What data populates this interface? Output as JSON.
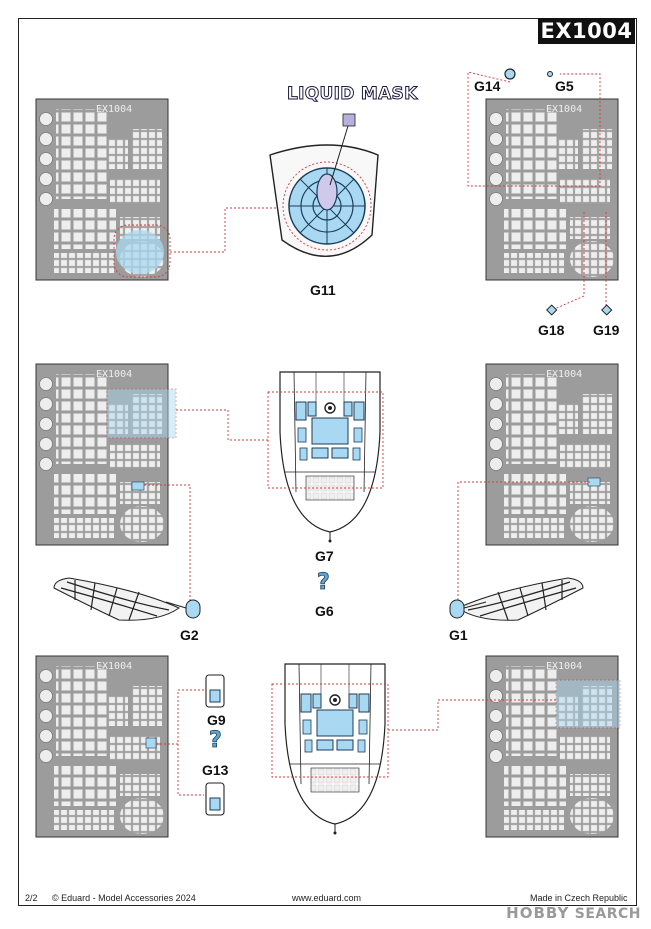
{
  "header": {
    "product_code": "EX1004"
  },
  "sheet": {
    "fret_text": "EX1004"
  },
  "labels": {
    "liquid_mask": "LIQUID MASK",
    "g14": "G14",
    "g5": "G5",
    "g11": "G11",
    "g18": "G18",
    "g19": "G19",
    "g7": "G7",
    "g6": "G6",
    "g2": "G2",
    "g1": "G1",
    "g9": "G9",
    "g13": "G13"
  },
  "symbols": {
    "unknown_part": "?"
  },
  "footer": {
    "page": "2/2",
    "copyright": "© Eduard - Model Accessories 2024",
    "website": "www.eduard.com",
    "origin": "Made in Czech Republic"
  },
  "watermark": {
    "brand": "HOBBY",
    "suffix": "SEARCH"
  },
  "colors": {
    "sheet_gray": "#9c9c9c",
    "mask_blue": "#a9d8f2",
    "leader_red": "#d7383b",
    "liquid_mask_swatch": "#b7b0dc"
  },
  "icons": [
    "fret-sheet",
    "canopy-mask",
    "nose-glazing",
    "wingtip-light",
    "unknown-part-symbol"
  ]
}
